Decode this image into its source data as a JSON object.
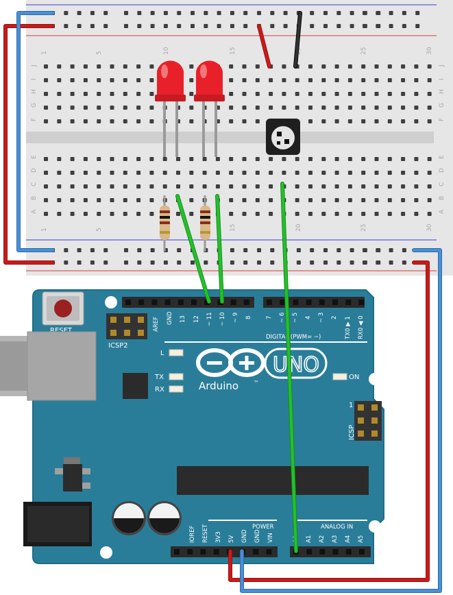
{
  "breadboard": {
    "column_numbers": [
      "1",
      "5",
      "10",
      "15",
      "20",
      "25",
      "30"
    ],
    "rows_top": [
      "J",
      "I",
      "H",
      "G",
      "F"
    ],
    "rows_bottom": [
      "E",
      "D",
      "C",
      "B",
      "A"
    ]
  },
  "arduino": {
    "reset_label": "RESET",
    "icsp2_label": "ICSP2",
    "icsp_label": "ICSP",
    "icsp_pin1": "1",
    "led_l": "L",
    "led_tx": "TX",
    "led_rx": "RX",
    "on_label": "ON",
    "brand": "Arduino",
    "tm": "™",
    "model": "UNO",
    "digital_label": "DIGITAL (PWM= ~)",
    "power_label": "POWER",
    "analog_label": "ANALOG IN",
    "digital_pins": [
      "AREF",
      "GND",
      "13",
      "12",
      "~ 11",
      "~ 10",
      "~ 9",
      "8",
      "7",
      "~ 6",
      "~ 5",
      "4",
      "~ 3",
      "2",
      "TX0 ▶ 1",
      "RX0 ◀ 0"
    ],
    "power_pins": [
      "IOREF",
      "RESET",
      "3V3",
      "5V",
      "GND",
      "GND",
      "VIN"
    ],
    "analog_pins": [
      "A0",
      "A1",
      "A2",
      "A3",
      "A4",
      "A5"
    ]
  },
  "colors": {
    "board": "#2a7d99",
    "board_dark": "#1f6c86",
    "breadboard": "#e6e6e6",
    "wire_red": "#cc1a1a",
    "wire_blue": "#4a8fd6",
    "wire_green": "#22c22a",
    "wire_black": "#222222",
    "led_red": "#e8202a"
  },
  "icons": {
    "potentiometer": "trimmer-potentiometer-icon",
    "led": "red-led-icon",
    "resistor": "resistor-icon"
  }
}
